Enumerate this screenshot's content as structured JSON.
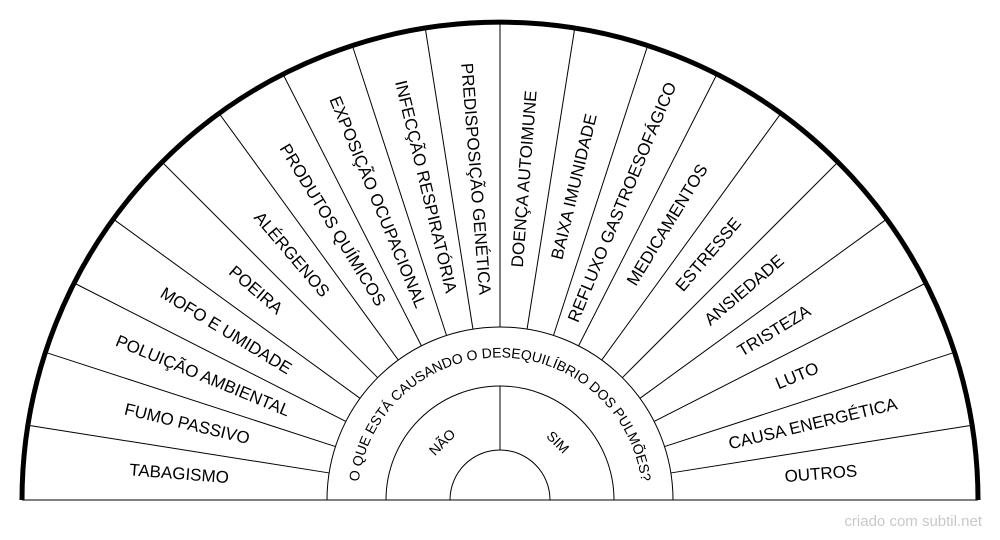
{
  "segments": [
    "TABAGISMO",
    "FUMO PASSIVO",
    "POLUIÇÃO AMBIENTAL",
    "MOFO E UMIDADE",
    "POEIRA",
    "ALÉRGENOS",
    "PRODUTOS QUÍMICOS",
    "EXPOSIÇÃO OCUPACIONAL",
    "INFECÇÃO RESPIRATÓRIA",
    "PREDISPOSIÇÃO GENÉTICA",
    "DOENÇA AUTOIMUNE",
    "BAIXA IMUNIDADE",
    "REFLUXO GASTROESOFÁGICO",
    "MEDICAMENTOS",
    "ESTRESSE",
    "ANSIEDADE",
    "TRISTEZA",
    "LUTO",
    "CAUSA ENERGÉTICA",
    "OUTROS"
  ],
  "question": "O QUE ESTÁ CAUSANDO O DESEQUILÍBRIO DOS PULMÕES?",
  "answers": {
    "left": "NÃO",
    "right": "SIM"
  },
  "footer": "criado com subtil.net"
}
